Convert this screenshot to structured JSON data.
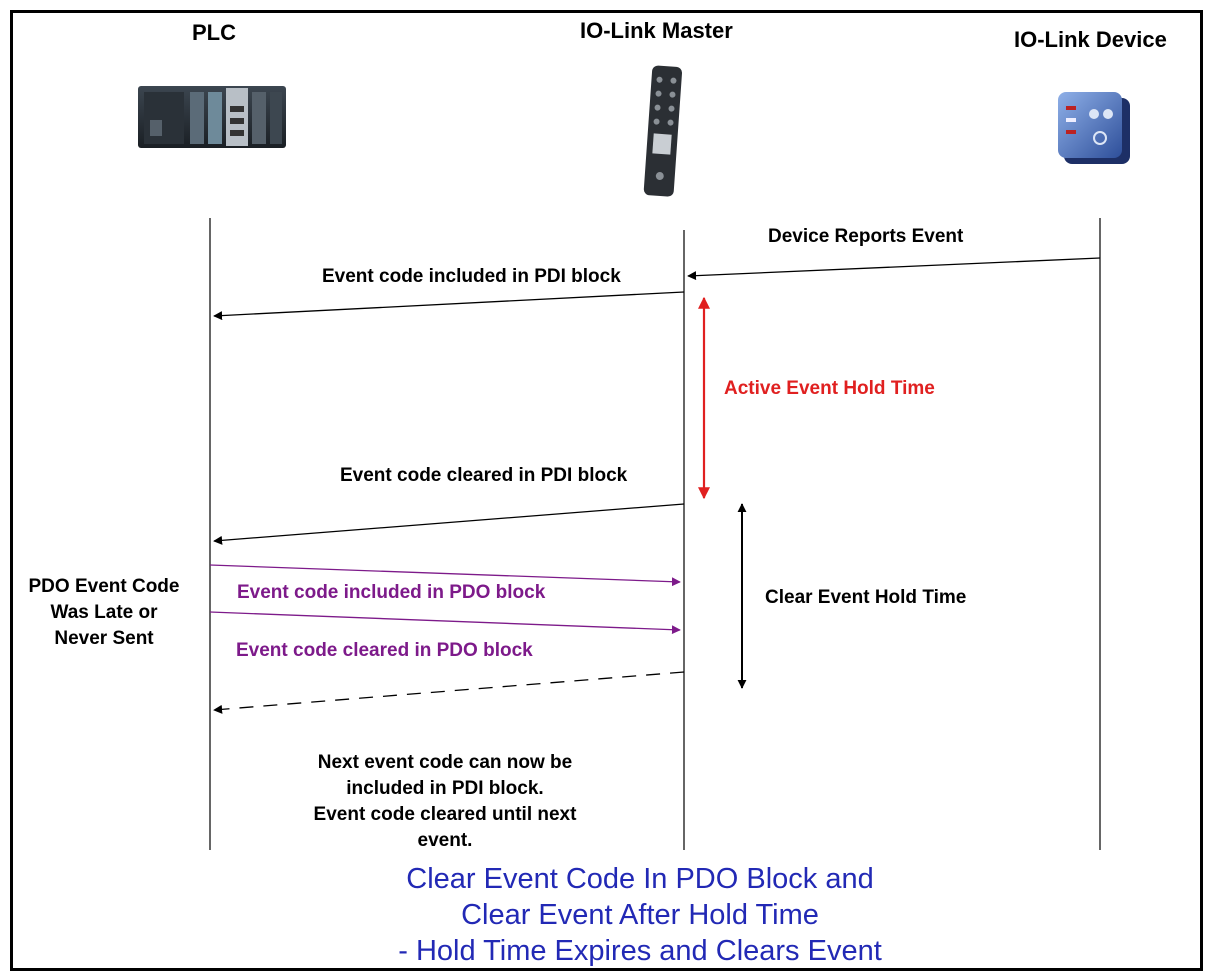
{
  "columns": {
    "plc": "PLC",
    "master": "IO-Link Master",
    "device": "IO-Link Device"
  },
  "messages": {
    "device_reports": "Device Reports Event",
    "included_pdi": "Event code included in PDI block",
    "cleared_pdi": "Event code cleared in PDI block",
    "included_pdo": "Event code included in PDO block",
    "cleared_pdo": "Event code cleared in PDO block"
  },
  "hold_times": {
    "active": "Active Event Hold Time",
    "clear": "Clear Event Hold Time"
  },
  "notes": {
    "pdo_late": [
      "PDO Event Code",
      "Was Late or",
      "Never Sent"
    ],
    "next_event": [
      "Next event code can now be",
      "included in PDI block.",
      "Event code cleared until next",
      "event."
    ]
  },
  "caption": [
    "Clear Event Code In PDO Block and",
    "Clear Event After Hold Time",
    "- Hold Time Expires and Clears Event"
  ],
  "colors": {
    "message": "#000000",
    "pdo_message": "#7d1a8a",
    "active_hold": "#e02020",
    "caption": "#2229b5"
  }
}
